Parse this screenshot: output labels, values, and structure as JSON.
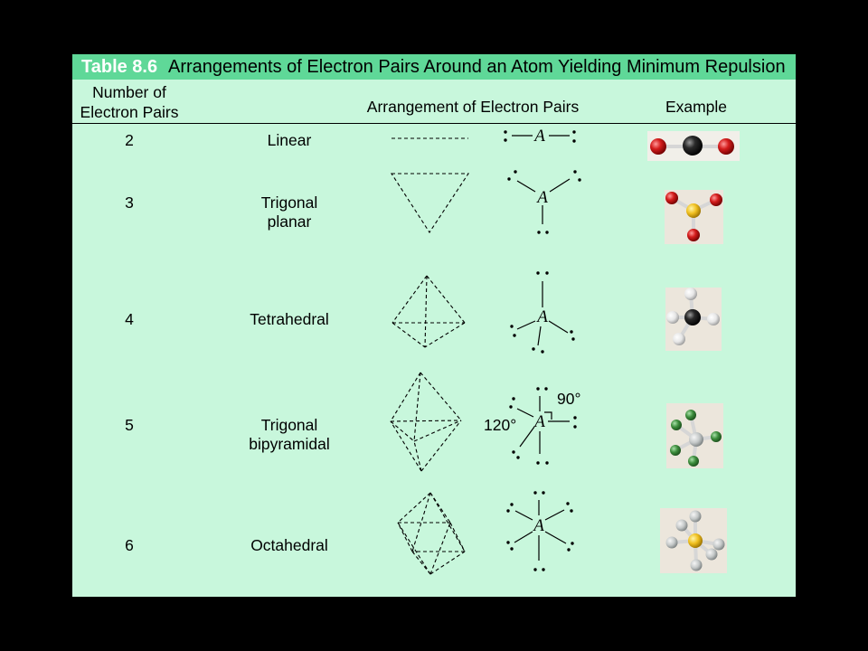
{
  "title": {
    "label": "Table 8.6",
    "text": "Arrangements of Electron Pairs Around an Atom Yielding Minimum Repulsion"
  },
  "headers": {
    "count": [
      "Number of",
      "Electron Pairs"
    ],
    "arrangement": "Arrangement of Electron Pairs",
    "example": "Example"
  },
  "rows": [
    {
      "count": "2",
      "name": [
        "Linear"
      ],
      "example_icon": "linear-model-icon"
    },
    {
      "count": "3",
      "name": [
        "Trigonal",
        "planar"
      ],
      "example_icon": "trigonal-planar-model-icon"
    },
    {
      "count": "4",
      "name": [
        "Tetrahedral"
      ],
      "example_icon": "tetrahedral-model-icon"
    },
    {
      "count": "5",
      "name": [
        "Trigonal",
        "bipyramidal"
      ],
      "example_icon": "trigonal-bipyramidal-model-icon"
    },
    {
      "count": "6",
      "name": [
        "Octahedral"
      ],
      "example_icon": "octahedral-model-icon"
    }
  ],
  "lewis": {
    "central_atom": "A",
    "angle_90": "90°",
    "angle_120": "120°"
  },
  "colors": {
    "page_background": "#000000",
    "table_background": "#c8f7dc",
    "title_bar": "#5fd898",
    "title_label": "#ffffff",
    "text": "#000000"
  }
}
